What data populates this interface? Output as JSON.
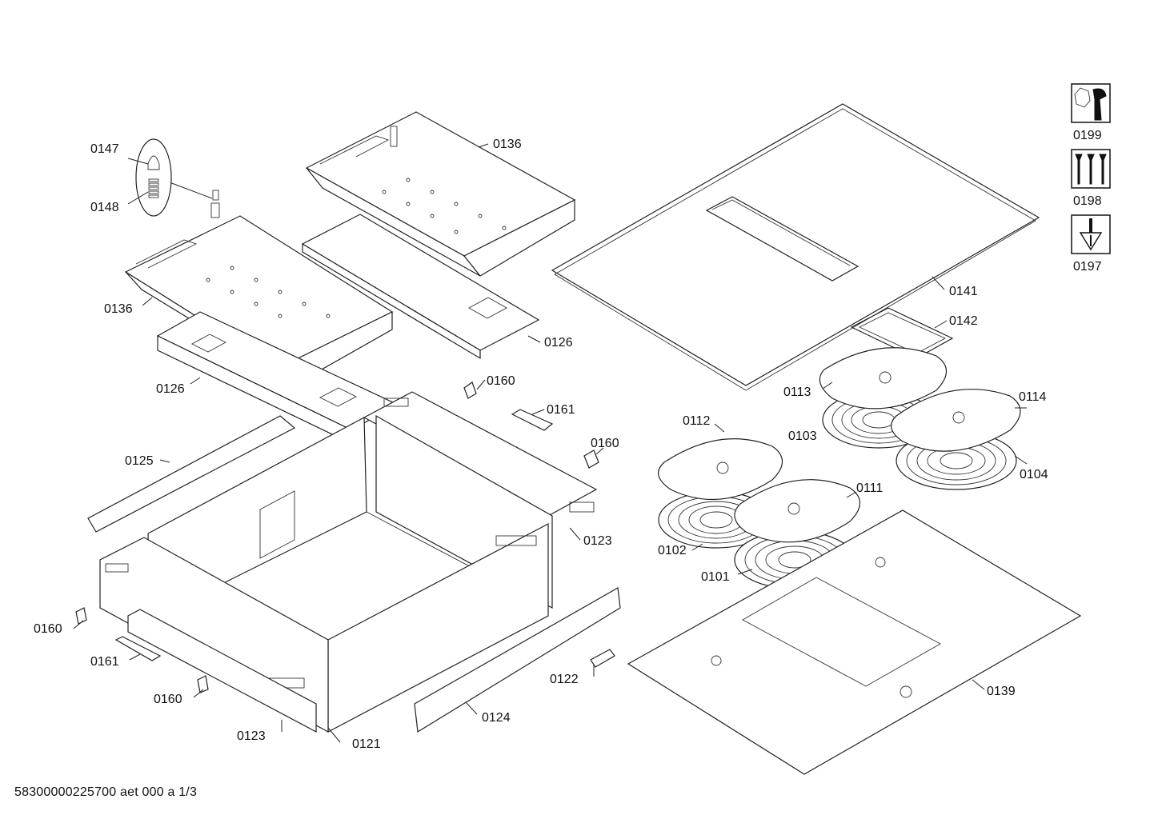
{
  "footer": {
    "document_id": "58300000225700 aet 000 a 1/3"
  },
  "tools": [
    {
      "number": "0199",
      "icon": "wrench-nut-icon"
    },
    {
      "number": "0198",
      "icon": "screws-icon"
    },
    {
      "number": "0197",
      "icon": "screwdriver-icon"
    }
  ],
  "labels": {
    "p0147": "0147",
    "p0148": "0148",
    "p0136a": "0136",
    "p0136b": "0136",
    "p0126a": "0126",
    "p0126b": "0126",
    "p0160a": "0160",
    "p0160b": "0160",
    "p0160c": "0160",
    "p0160d": "0160",
    "p0161a": "0161",
    "p0161b": "0161",
    "p0125": "0125",
    "p0123a": "0123",
    "p0123b": "0123",
    "p0121": "0121",
    "p0124": "0124",
    "p0122": "0122",
    "p0141": "0141",
    "p0142": "0142",
    "p0113": "0113",
    "p0114": "0114",
    "p0103": "0103",
    "p0104": "0104",
    "p0112": "0112",
    "p0111": "0111",
    "p0102": "0102",
    "p0101": "0101",
    "p0139": "0139"
  }
}
